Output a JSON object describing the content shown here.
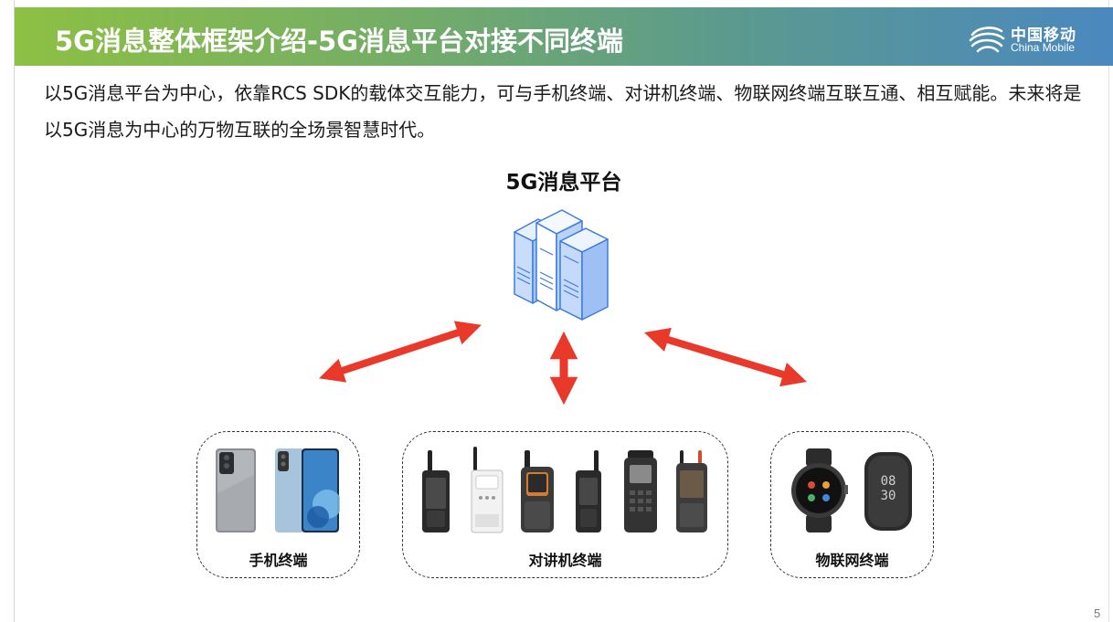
{
  "header": {
    "title": "5G消息整体框架介绍-5G消息平台对接不同终端",
    "brand_cn": "中国移动",
    "brand_en": "China Mobile",
    "brand_icon": "china-mobile-logo-icon"
  },
  "intro_text": "以5G消息平台为中心，依靠RCS SDK的载体交互能力，可与手机终端、对讲机终端、物联网终端互联互通、相互赋能。未来将是以5G消息为中心的万物互联的全场景智慧时代。",
  "diagram": {
    "platform_label": "5G消息平台",
    "platform_icon": "server-rack-icon",
    "arrow_color": "#e8392a",
    "groups": [
      {
        "label": "手机终端",
        "icons": [
          "smartphone-gray-icon",
          "smartphone-blue-icon"
        ]
      },
      {
        "label": "对讲机终端",
        "icons": [
          "walkie-talkie-icon",
          "walkie-talkie-white-icon",
          "walkie-talkie-rugged-icon",
          "walkie-talkie-icon",
          "walkie-talkie-keypad-icon",
          "walkie-talkie-screen-icon"
        ]
      },
      {
        "label": "物联网终端",
        "icons": [
          "smartwatch-icon",
          "smart-speaker-icon"
        ]
      }
    ]
  },
  "page_number": "5"
}
